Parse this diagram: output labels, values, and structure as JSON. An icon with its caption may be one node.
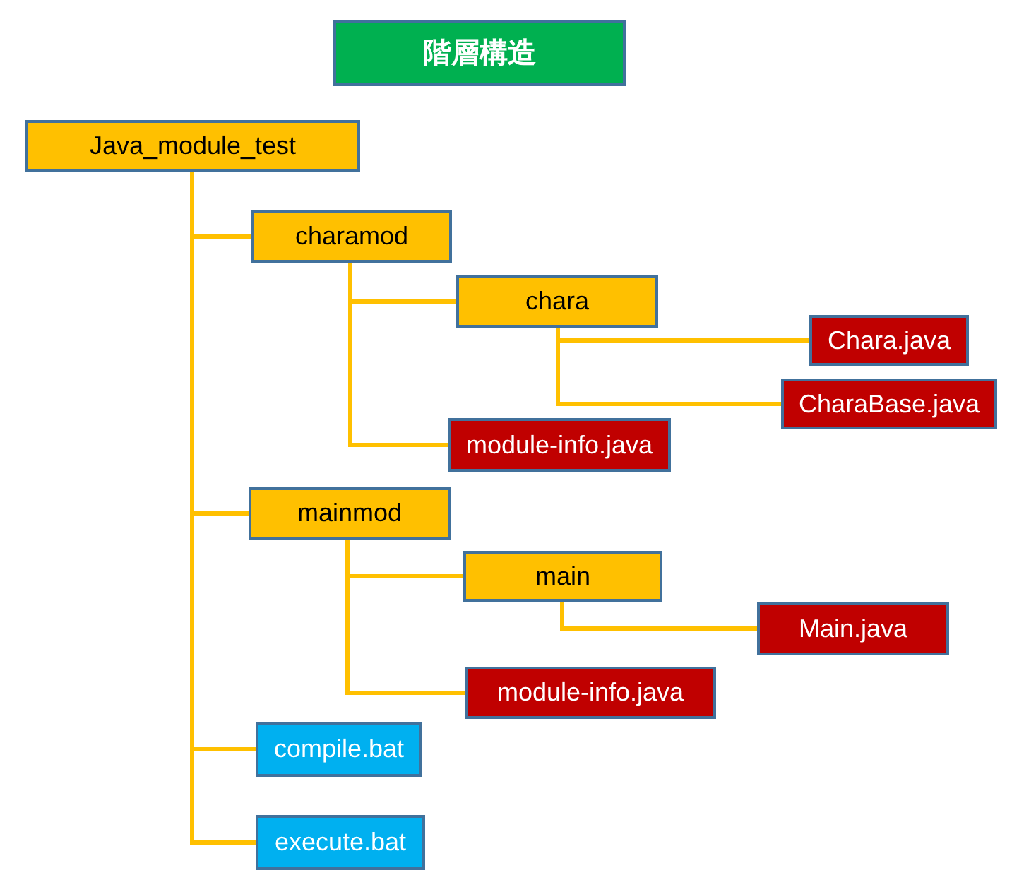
{
  "diagram": {
    "title": "階層構造",
    "nodes": [
      {
        "text": [
          "Java_module_test"
        ]
      },
      {
        "text": [
          "charamod"
        ]
      },
      {
        "text": [
          "chara"
        ]
      },
      {
        "text": [
          "Chara.java"
        ]
      },
      {
        "text": [
          "CharaBase.java"
        ]
      },
      {
        "text": [
          "module-info.java"
        ]
      },
      {
        "text": [
          "mainmod"
        ]
      },
      {
        "text": [
          "main"
        ]
      },
      {
        "text": [
          "Main.java"
        ]
      },
      {
        "text": [
          "module-info.java"
        ]
      },
      {
        "text": [
          "compile.bat"
        ]
      },
      {
        "text": [
          "execute.bat"
        ]
      }
    ],
    "edges": [
      {
        "from": 0,
        "to": 1,
        "arrow": "none"
      },
      {
        "from": 1,
        "to": 2,
        "arrow": "none"
      },
      {
        "from": 2,
        "to": 3,
        "arrow": "none"
      },
      {
        "from": 2,
        "to": 4,
        "arrow": "none"
      },
      {
        "from": 1,
        "to": 5,
        "arrow": "none"
      },
      {
        "from": 0,
        "to": 6,
        "arrow": "none"
      },
      {
        "from": 6,
        "to": 7,
        "arrow": "none"
      },
      {
        "from": 7,
        "to": 8,
        "arrow": "none"
      },
      {
        "from": 6,
        "to": 9,
        "arrow": "none"
      },
      {
        "from": 0,
        "to": 10,
        "arrow": "none"
      },
      {
        "from": 0,
        "to": 11,
        "arrow": "none"
      }
    ]
  }
}
